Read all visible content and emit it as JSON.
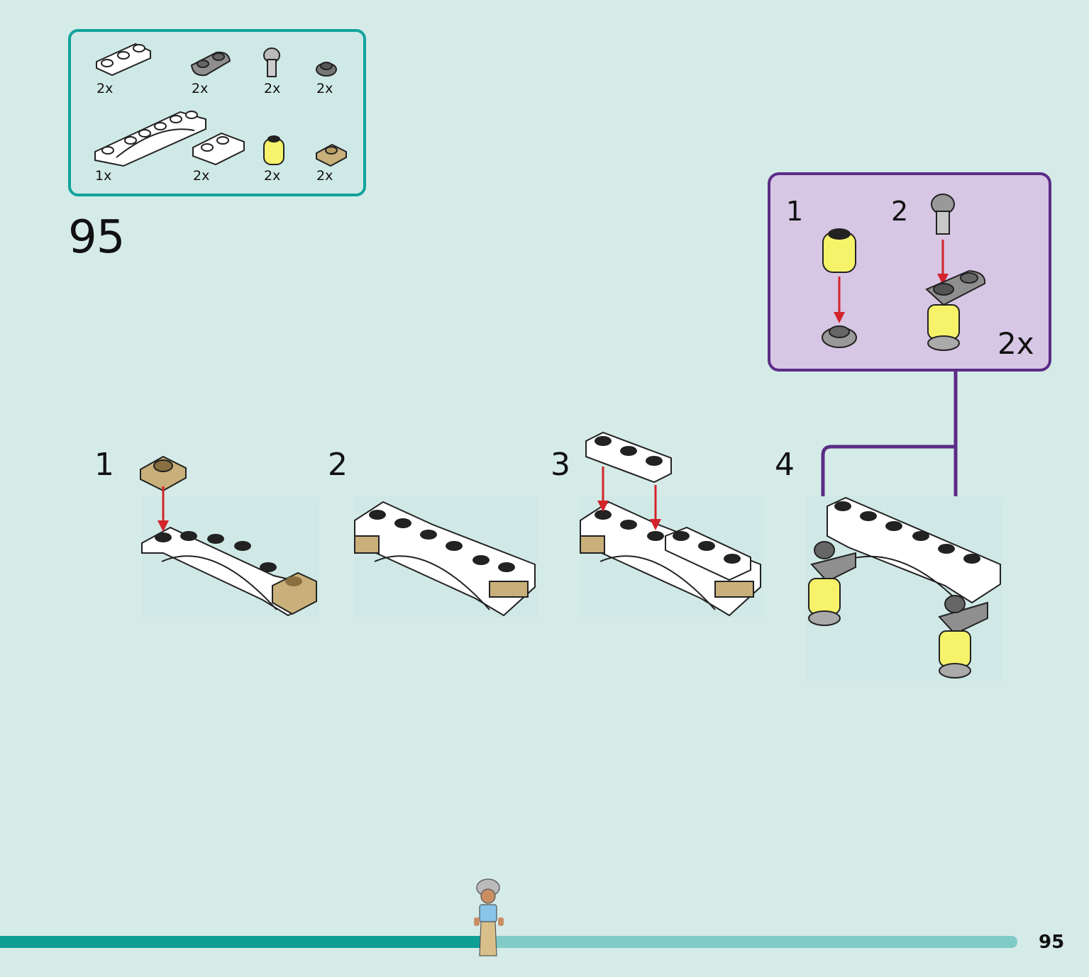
{
  "parts_list": {
    "items": [
      {
        "name": "white-plate-1x3",
        "qty": "2x"
      },
      {
        "name": "dark-grey-plate-1x2-rounded",
        "qty": "2x"
      },
      {
        "name": "grey-bar-lightsaber-hilt",
        "qty": "2x"
      },
      {
        "name": "dark-grey-round-plate",
        "qty": "2x"
      },
      {
        "name": "white-arch-plate",
        "qty": "1x"
      },
      {
        "name": "white-plate-with-rail",
        "qty": "2x"
      },
      {
        "name": "trans-yellow-round-brick",
        "qty": "2x"
      },
      {
        "name": "tan-plate-1x1",
        "qty": "2x"
      }
    ]
  },
  "step": {
    "number": "95"
  },
  "substeps": [
    "1",
    "2",
    "3",
    "4"
  ],
  "callout": {
    "steps": [
      "1",
      "2"
    ],
    "multiplier": "2x"
  },
  "progress": {
    "fraction": 0.48
  },
  "colors": {
    "background": "#d5ebe8",
    "parts_border": "#12a39c",
    "callout_bg": "#d7c6e4",
    "callout_border": "#5b2c86",
    "arrow_red": "#d3242c",
    "progress_done": "#0f9e96",
    "progress_remaining": "#80cbc7"
  },
  "page": {
    "number": "95"
  }
}
